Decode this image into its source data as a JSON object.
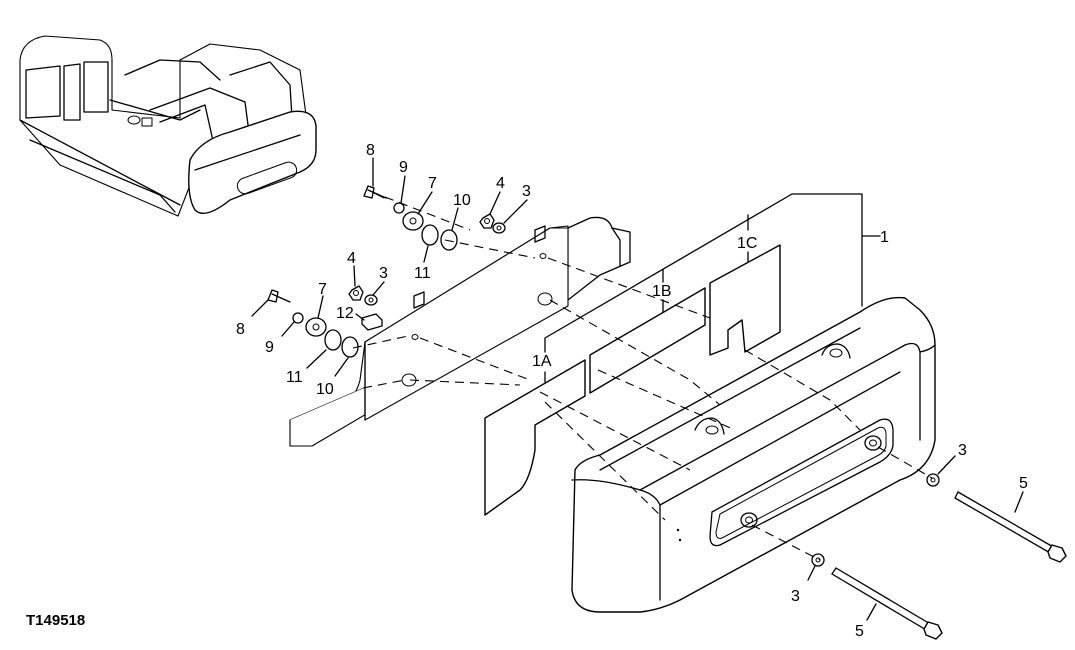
{
  "figure_id": "T149518",
  "callouts": {
    "c1": "1",
    "c1a": "1A",
    "c1b": "1B",
    "c1c": "1C",
    "c3a": "3",
    "c3b": "3",
    "c3c": "3",
    "c3d": "3",
    "c4a": "4",
    "c4b": "4",
    "c5a": "5",
    "c5b": "5",
    "c7a": "7",
    "c7b": "7",
    "c8a": "8",
    "c8b": "8",
    "c9a": "9",
    "c9b": "9",
    "c10a": "10",
    "c10b": "10",
    "c11a": "11",
    "c11b": "11",
    "c12": "12"
  }
}
